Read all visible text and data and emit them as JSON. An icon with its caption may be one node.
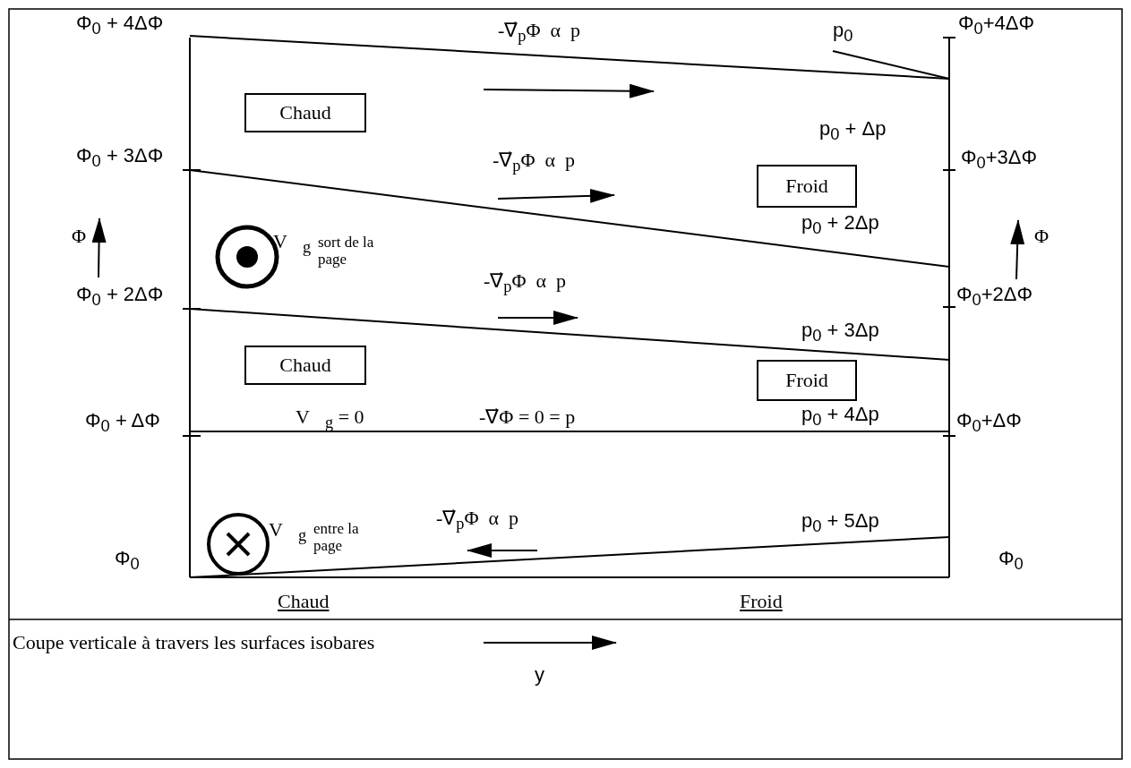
{
  "diagram": {
    "caption": "Coupe verticale à travers les surfaces isobares",
    "nodes": [
      {
        "text": [
          "Chaud"
        ]
      },
      {
        "text": [
          "Froid"
        ]
      },
      {
        "text": [
          "Chaud"
        ]
      },
      {
        "text": [
          "Froid"
        ]
      }
    ],
    "edges": [],
    "labels": [
      "Φ$_{0}$ + 4ΔΦ",
      "Φ$_{0}$ + 3ΔΦ",
      "Φ",
      "Φ$_{0}$ + 2ΔΦ",
      "Φ$_{0}$ + ΔΦ",
      "Φ$_{0}$",
      "Φ$_{0}$+4ΔΦ",
      "p$_{0}$",
      "p$_{0}$ + Δp",
      "Φ$_{0}$+3ΔΦ",
      "p$_{0}$ + 2Δp",
      "Φ",
      "Φ$_{0}$+2ΔΦ",
      "p$_{0}$ + 3Δp",
      "p$_{0}$ + 4Δp",
      "Φ$_{0}$+ΔΦ",
      "p$_{0}$ + 5Δp",
      "Φ$_{0}$",
      "-∇⃗$_{p}$Φ  α  p⃗",
      "-∇⃗$_{p}$Φ  α  p⃗",
      "-∇⃗$_{p}$Φ  α  p⃗",
      "V⃗$_{g}$",
      "sort de la page",
      "V⃗$_{g}$ = 0",
      "-∇⃗Φ = 0 = p⃗",
      "-∇⃗$_{p}$Φ  α  p⃗",
      "V⃗$_{g}$",
      "entre la page",
      "Chaud",
      "Froid",
      "y"
    ]
  }
}
